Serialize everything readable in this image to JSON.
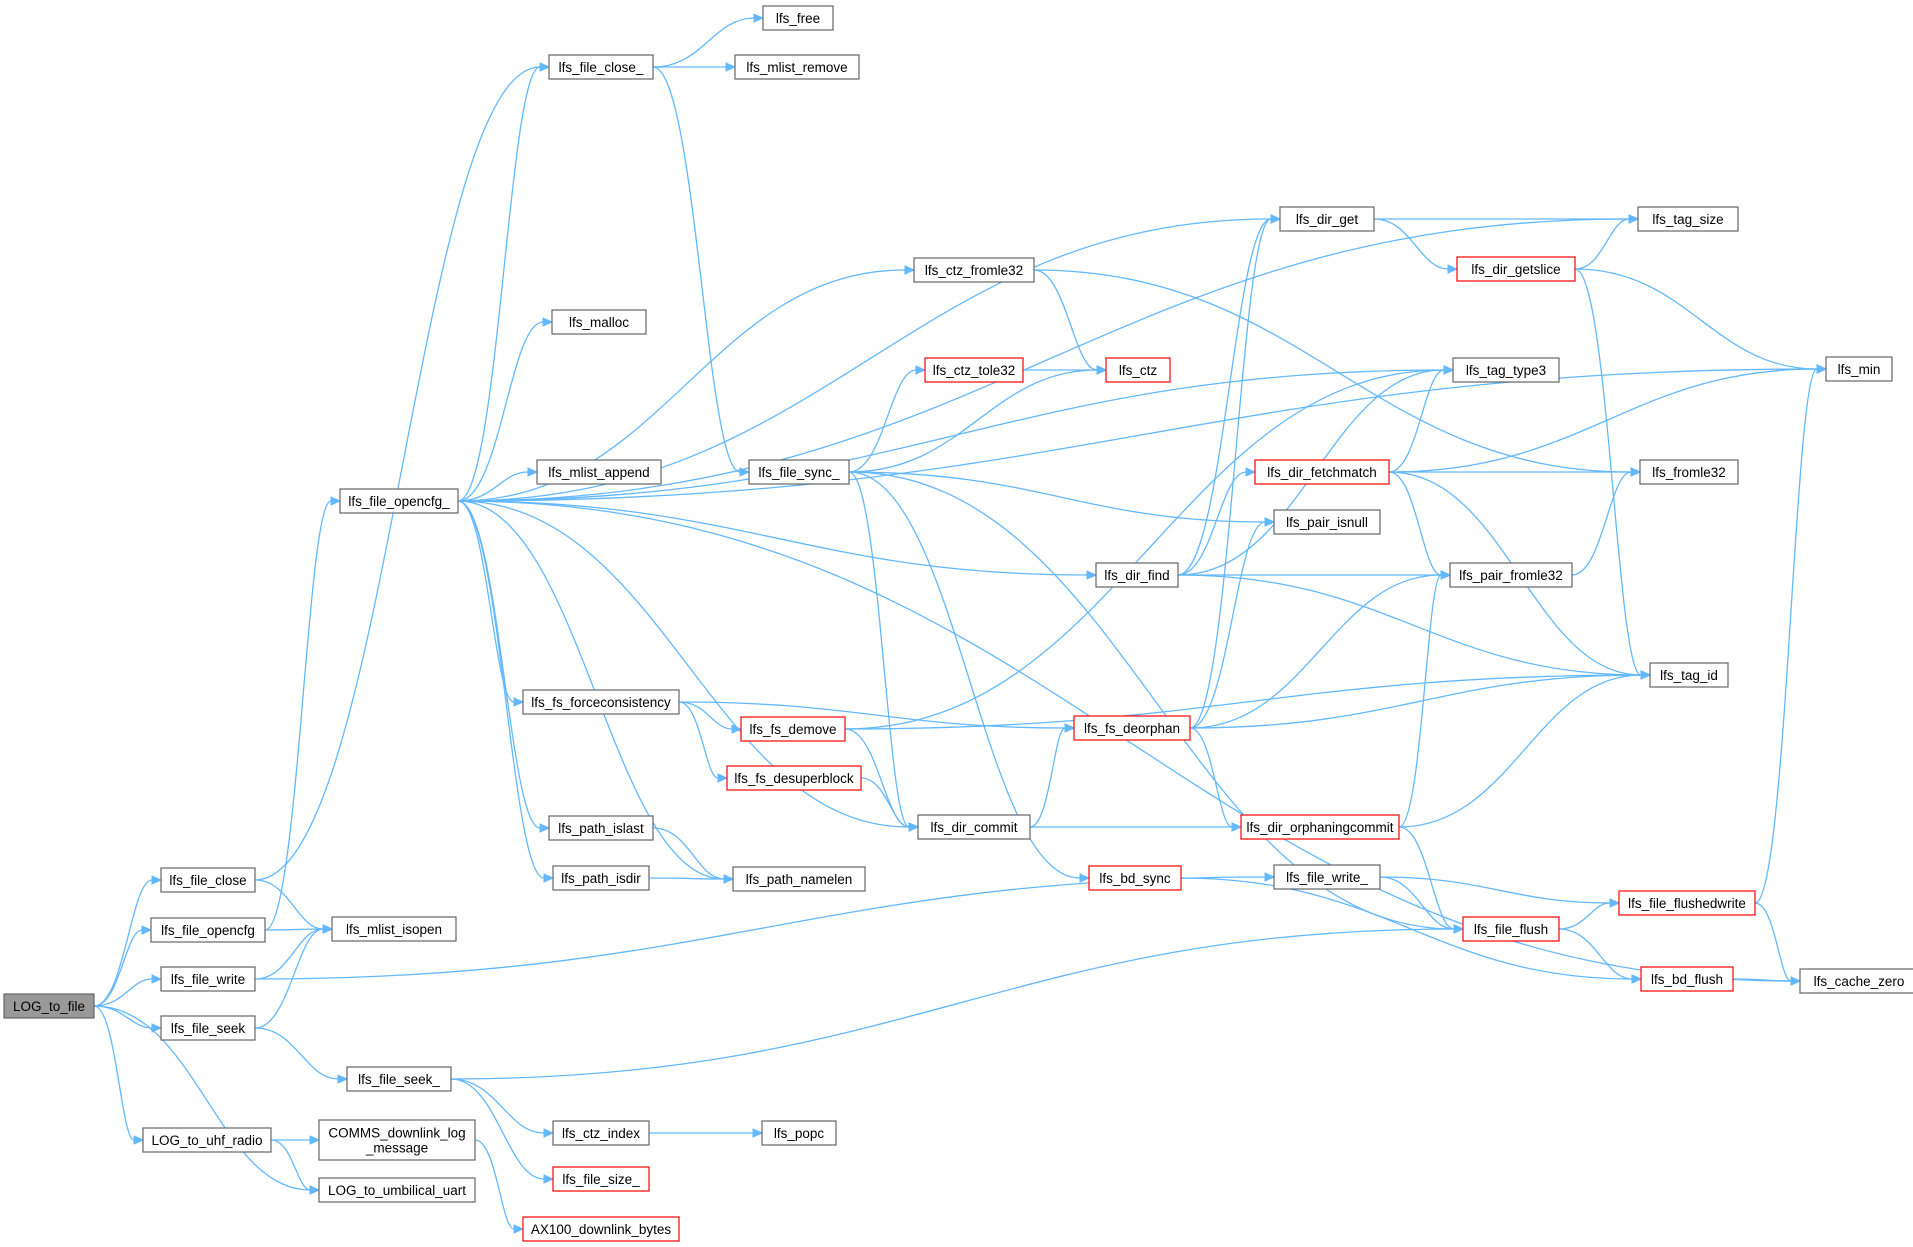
{
  "graph": {
    "nodes": [
      {
        "id": "LOG_to_file",
        "label": "LOG_to_file",
        "style": "root"
      },
      {
        "id": "lfs_file_close",
        "label": "lfs_file_close"
      },
      {
        "id": "lfs_file_opencfg",
        "label": "lfs_file_opencfg"
      },
      {
        "id": "lfs_file_write",
        "label": "lfs_file_write"
      },
      {
        "id": "lfs_file_seek",
        "label": "lfs_file_seek"
      },
      {
        "id": "LOG_to_uhf_radio",
        "label": "LOG_to_uhf_radio"
      },
      {
        "id": "LOG_to_umbilical_uart",
        "label": "LOG_to_umbilical_uart"
      },
      {
        "id": "lfs_file_close_",
        "label": "lfs_file_close_"
      },
      {
        "id": "lfs_mlist_isopen",
        "label": "lfs_mlist_isopen"
      },
      {
        "id": "lfs_file_opencfg_",
        "label": "lfs_file_opencfg_"
      },
      {
        "id": "lfs_file_write_",
        "label": "lfs_file_write_"
      },
      {
        "id": "lfs_file_seek_",
        "label": "lfs_file_seek_"
      },
      {
        "id": "COMMS_downlink_log_message",
        "label": "COMMS_downlink_log\n_message"
      },
      {
        "id": "AX100_downlink_bytes",
        "label": "AX100_downlink_bytes",
        "style": "truncated"
      },
      {
        "id": "lfs_free",
        "label": "lfs_free"
      },
      {
        "id": "lfs_mlist_remove",
        "label": "lfs_mlist_remove"
      },
      {
        "id": "lfs_file_sync_",
        "label": "lfs_file_sync_"
      },
      {
        "id": "lfs_min",
        "label": "lfs_min"
      },
      {
        "id": "lfs_tag_size",
        "label": "lfs_tag_size"
      },
      {
        "id": "lfs_dir_get",
        "label": "lfs_dir_get"
      },
      {
        "id": "lfs_ctz_fromle32",
        "label": "lfs_ctz_fromle32"
      },
      {
        "id": "lfs_malloc",
        "label": "lfs_malloc"
      },
      {
        "id": "lfs_tag_type3",
        "label": "lfs_tag_type3"
      },
      {
        "id": "lfs_mlist_append",
        "label": "lfs_mlist_append"
      },
      {
        "id": "lfs_dir_find",
        "label": "lfs_dir_find"
      },
      {
        "id": "lfs_fs_forceconsistency",
        "label": "lfs_fs_forceconsistency"
      },
      {
        "id": "lfs_dir_commit",
        "label": "lfs_dir_commit"
      },
      {
        "id": "lfs_path_islast",
        "label": "lfs_path_islast"
      },
      {
        "id": "lfs_path_isdir",
        "label": "lfs_path_isdir"
      },
      {
        "id": "lfs_path_namelen",
        "label": "lfs_path_namelen"
      },
      {
        "id": "lfs_cache_zero",
        "label": "lfs_cache_zero"
      },
      {
        "id": "lfs_dir_getslice",
        "label": "lfs_dir_getslice",
        "style": "truncated"
      },
      {
        "id": "lfs_ctz",
        "label": "lfs_ctz",
        "style": "truncated"
      },
      {
        "id": "lfs_fromle32",
        "label": "lfs_fromle32"
      },
      {
        "id": "lfs_ctz_tole32",
        "label": "lfs_ctz_tole32",
        "style": "truncated"
      },
      {
        "id": "lfs_pair_isnull",
        "label": "lfs_pair_isnull"
      },
      {
        "id": "lfs_bd_sync",
        "label": "lfs_bd_sync",
        "style": "truncated"
      },
      {
        "id": "lfs_file_flush",
        "label": "lfs_file_flush",
        "style": "truncated"
      },
      {
        "id": "lfs_dir_fetchmatch",
        "label": "lfs_dir_fetchmatch",
        "style": "truncated"
      },
      {
        "id": "lfs_pair_fromle32",
        "label": "lfs_pair_fromle32"
      },
      {
        "id": "lfs_tag_id",
        "label": "lfs_tag_id"
      },
      {
        "id": "lfs_fs_deorphan",
        "label": "lfs_fs_deorphan",
        "style": "truncated"
      },
      {
        "id": "lfs_fs_demove",
        "label": "lfs_fs_demove",
        "style": "truncated"
      },
      {
        "id": "lfs_fs_desuperblock",
        "label": "lfs_fs_desuperblock",
        "style": "truncated"
      },
      {
        "id": "lfs_dir_orphaningcommit",
        "label": "lfs_dir_orphaningcommit",
        "style": "truncated"
      },
      {
        "id": "lfs_file_flushedwrite",
        "label": "lfs_file_flushedwrite",
        "style": "truncated"
      },
      {
        "id": "lfs_bd_flush",
        "label": "lfs_bd_flush",
        "style": "truncated"
      },
      {
        "id": "lfs_ctz_index",
        "label": "lfs_ctz_index"
      },
      {
        "id": "lfs_popc",
        "label": "lfs_popc"
      },
      {
        "id": "lfs_file_size_",
        "label": "lfs_file_size_",
        "style": "truncated"
      }
    ],
    "edges": [
      [
        "LOG_to_file",
        "lfs_file_close"
      ],
      [
        "LOG_to_file",
        "lfs_file_opencfg"
      ],
      [
        "LOG_to_file",
        "lfs_file_write"
      ],
      [
        "LOG_to_file",
        "lfs_file_seek"
      ],
      [
        "LOG_to_file",
        "LOG_to_uhf_radio"
      ],
      [
        "LOG_to_file",
        "LOG_to_umbilical_uart"
      ],
      [
        "lfs_file_close",
        "lfs_file_close_"
      ],
      [
        "lfs_file_close",
        "lfs_mlist_isopen"
      ],
      [
        "lfs_file_opencfg",
        "lfs_file_opencfg_"
      ],
      [
        "lfs_file_opencfg",
        "lfs_mlist_isopen"
      ],
      [
        "lfs_file_write",
        "lfs_file_write_"
      ],
      [
        "lfs_file_write",
        "lfs_mlist_isopen"
      ],
      [
        "lfs_file_seek",
        "lfs_file_seek_"
      ],
      [
        "lfs_file_seek",
        "lfs_mlist_isopen"
      ],
      [
        "LOG_to_uhf_radio",
        "COMMS_downlink_log_message"
      ],
      [
        "LOG_to_uhf_radio",
        "LOG_to_umbilical_uart"
      ],
      [
        "COMMS_downlink_log_message",
        "AX100_downlink_bytes"
      ],
      [
        "lfs_file_close_",
        "lfs_free"
      ],
      [
        "lfs_file_close_",
        "lfs_mlist_remove"
      ],
      [
        "lfs_file_close_",
        "lfs_file_sync_"
      ],
      [
        "lfs_file_opencfg_",
        "lfs_file_close_"
      ],
      [
        "lfs_file_opencfg_",
        "lfs_min"
      ],
      [
        "lfs_file_opencfg_",
        "lfs_tag_size"
      ],
      [
        "lfs_file_opencfg_",
        "lfs_dir_get"
      ],
      [
        "lfs_file_opencfg_",
        "lfs_ctz_fromle32"
      ],
      [
        "lfs_file_opencfg_",
        "lfs_malloc"
      ],
      [
        "lfs_file_opencfg_",
        "lfs_tag_type3"
      ],
      [
        "lfs_file_opencfg_",
        "lfs_mlist_append"
      ],
      [
        "lfs_file_opencfg_",
        "lfs_dir_find"
      ],
      [
        "lfs_file_opencfg_",
        "lfs_fs_forceconsistency"
      ],
      [
        "lfs_file_opencfg_",
        "lfs_dir_commit"
      ],
      [
        "lfs_file_opencfg_",
        "lfs_path_islast"
      ],
      [
        "lfs_file_opencfg_",
        "lfs_path_isdir"
      ],
      [
        "lfs_file_opencfg_",
        "lfs_path_namelen"
      ],
      [
        "lfs_file_opencfg_",
        "lfs_cache_zero"
      ],
      [
        "lfs_dir_get",
        "lfs_tag_size"
      ],
      [
        "lfs_dir_get",
        "lfs_dir_getslice"
      ],
      [
        "lfs_dir_getslice",
        "lfs_tag_size"
      ],
      [
        "lfs_dir_getslice",
        "lfs_min"
      ],
      [
        "lfs_dir_getslice",
        "lfs_tag_id"
      ],
      [
        "lfs_ctz_fromle32",
        "lfs_ctz"
      ],
      [
        "lfs_ctz_fromle32",
        "lfs_fromle32"
      ],
      [
        "lfs_file_sync_",
        "lfs_ctz_tole32"
      ],
      [
        "lfs_file_sync_",
        "lfs_ctz"
      ],
      [
        "lfs_file_sync_",
        "lfs_pair_isnull"
      ],
      [
        "lfs_file_sync_",
        "lfs_dir_commit"
      ],
      [
        "lfs_file_sync_",
        "lfs_bd_sync"
      ],
      [
        "lfs_file_sync_",
        "lfs_file_flush"
      ],
      [
        "lfs_ctz_tole32",
        "lfs_ctz"
      ],
      [
        "lfs_dir_find",
        "lfs_dir_get"
      ],
      [
        "lfs_dir_find",
        "lfs_tag_type3"
      ],
      [
        "lfs_dir_find",
        "lfs_dir_fetchmatch"
      ],
      [
        "lfs_dir_find",
        "lfs_pair_fromle32"
      ],
      [
        "lfs_dir_find",
        "lfs_tag_id"
      ],
      [
        "lfs_dir_fetchmatch",
        "lfs_tag_type3"
      ],
      [
        "lfs_dir_fetchmatch",
        "lfs_min"
      ],
      [
        "lfs_dir_fetchmatch",
        "lfs_fromle32"
      ],
      [
        "lfs_dir_fetchmatch",
        "lfs_pair_fromle32"
      ],
      [
        "lfs_dir_fetchmatch",
        "lfs_tag_id"
      ],
      [
        "lfs_pair_fromle32",
        "lfs_fromle32"
      ],
      [
        "lfs_fs_forceconsistency",
        "lfs_fs_deorphan"
      ],
      [
        "lfs_fs_forceconsistency",
        "lfs_fs_demove"
      ],
      [
        "lfs_fs_forceconsistency",
        "lfs_fs_desuperblock"
      ],
      [
        "lfs_fs_demove",
        "lfs_tag_type3"
      ],
      [
        "lfs_fs_demove",
        "lfs_tag_id"
      ],
      [
        "lfs_fs_demove",
        "lfs_dir_commit"
      ],
      [
        "lfs_fs_desuperblock",
        "lfs_dir_commit"
      ],
      [
        "lfs_fs_deorphan",
        "lfs_dir_get"
      ],
      [
        "lfs_fs_deorphan",
        "lfs_pair_isnull"
      ],
      [
        "lfs_fs_deorphan",
        "lfs_pair_fromle32"
      ],
      [
        "lfs_fs_deorphan",
        "lfs_tag_id"
      ],
      [
        "lfs_fs_deorphan",
        "lfs_dir_orphaningcommit"
      ],
      [
        "lfs_dir_commit",
        "lfs_fs_deorphan"
      ],
      [
        "lfs_dir_commit",
        "lfs_dir_orphaningcommit"
      ],
      [
        "lfs_dir_orphaningcommit",
        "lfs_pair_fromle32"
      ],
      [
        "lfs_dir_orphaningcommit",
        "lfs_tag_id"
      ],
      [
        "lfs_dir_orphaningcommit",
        "lfs_file_flush"
      ],
      [
        "lfs_path_islast",
        "lfs_path_namelen"
      ],
      [
        "lfs_path_isdir",
        "lfs_path_namelen"
      ],
      [
        "lfs_file_write_",
        "lfs_file_flushedwrite"
      ],
      [
        "lfs_file_write_",
        "lfs_file_flush"
      ],
      [
        "lfs_file_flush",
        "lfs_file_flushedwrite"
      ],
      [
        "lfs_file_flush",
        "lfs_bd_flush"
      ],
      [
        "lfs_file_flushedwrite",
        "lfs_min"
      ],
      [
        "lfs_file_flushedwrite",
        "lfs_cache_zero"
      ],
      [
        "lfs_bd_flush",
        "lfs_cache_zero"
      ],
      [
        "lfs_bd_sync",
        "lfs_bd_flush"
      ],
      [
        "lfs_file_seek_",
        "lfs_file_flush"
      ],
      [
        "lfs_file_seek_",
        "lfs_ctz_index"
      ],
      [
        "lfs_file_seek_",
        "lfs_file_size_"
      ],
      [
        "lfs_ctz_index",
        "lfs_popc"
      ]
    ]
  },
  "colors": {
    "edge": "#63b8ff",
    "node_border": "#666666",
    "truncated_border": "#ff0000",
    "root_fill": "#999999",
    "background": "#ffffff"
  }
}
